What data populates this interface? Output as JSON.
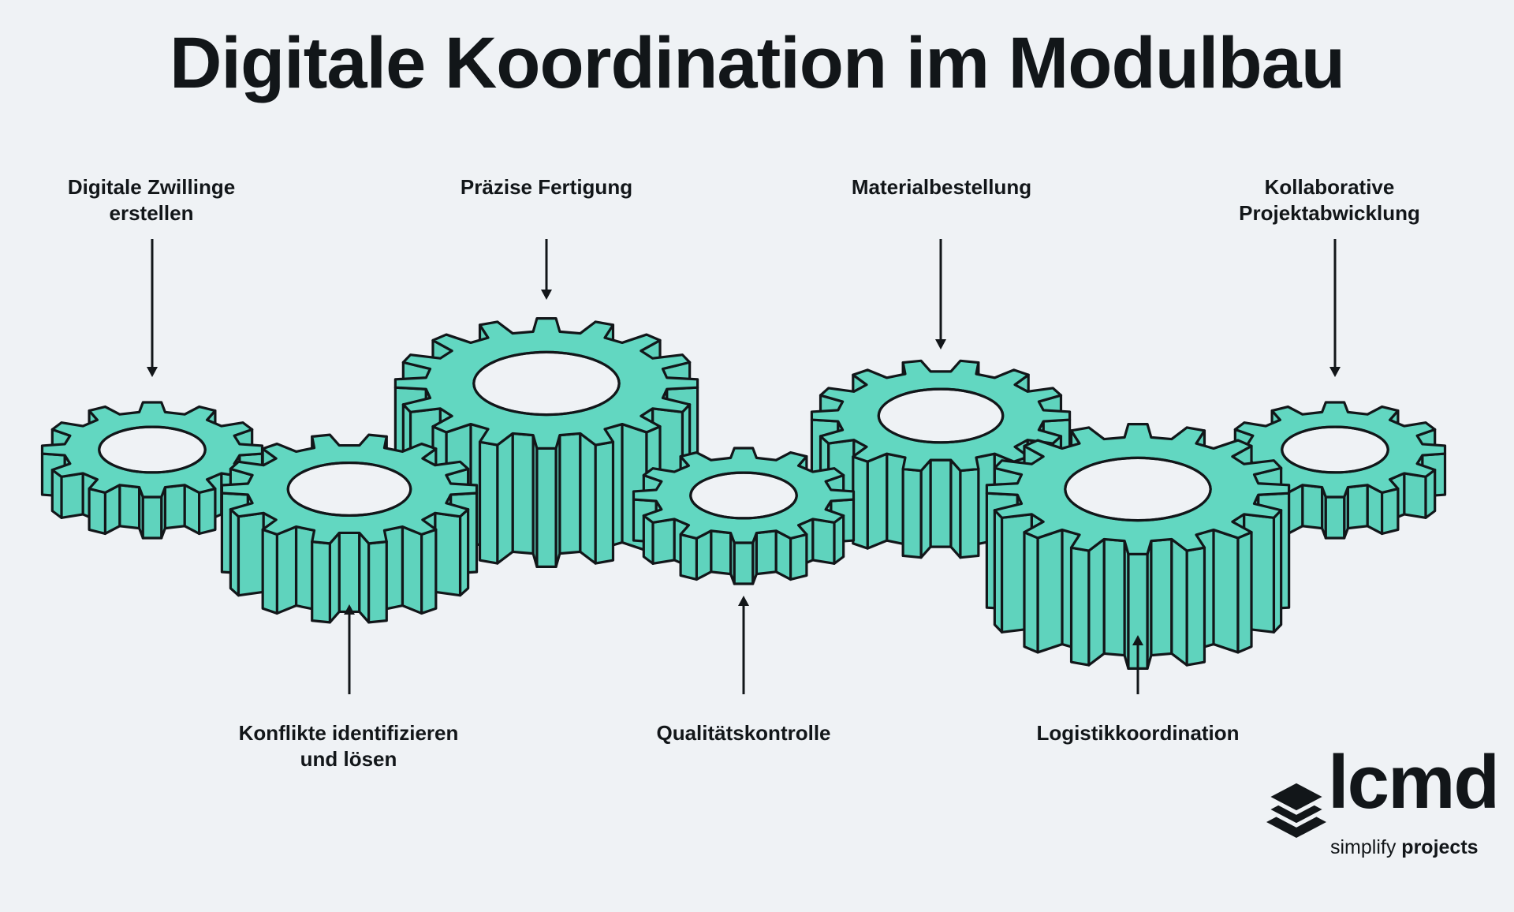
{
  "title": "Digitale Koordination im Modulbau",
  "labels": {
    "digital_twins": [
      "Digitale Zwillinge",
      "erstellen"
    ],
    "precise_manufacturing": "Präzise Fertigung",
    "material_order": "Materialbestellung",
    "collaborative": [
      "Kollaborative",
      "Projektabwicklung"
    ],
    "conflicts": [
      "Konflikte identifizieren",
      "und lösen"
    ],
    "quality": "Qualitätskontrolle",
    "logistics": "Logistikkoordination"
  },
  "logo": {
    "wordmark": "lcmd",
    "tagline_light": "simplify",
    "tagline_bold": "projects",
    "icon": "stacked-layers-icon"
  },
  "colors": {
    "gear_top": "#62d7c1",
    "gear_side": "#5fd3bd",
    "outline": "#121619",
    "background": "#eff2f5"
  },
  "icons": [
    "gear-icon",
    "arrow-down-icon",
    "arrow-up-icon",
    "stacked-layers-icon"
  ]
}
